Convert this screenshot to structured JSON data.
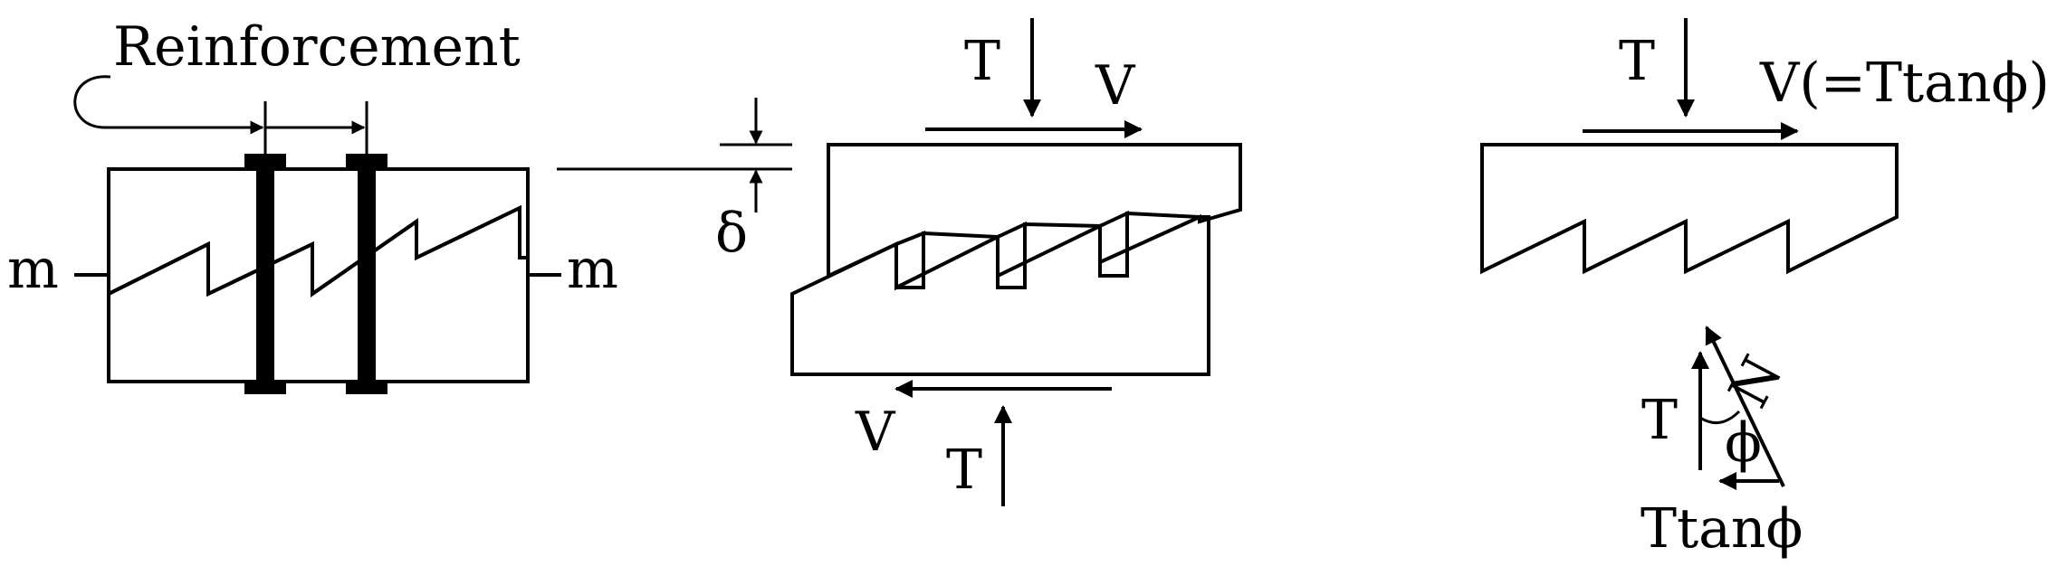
{
  "labels": {
    "reinforcement": "Reinforcement",
    "m_left": "m",
    "m_right": "m",
    "delta": "δ",
    "T_top_mid": "T",
    "V_top_mid": "V",
    "V_bottom_mid": "V",
    "T_bottom_mid": "T",
    "T_top_right": "T",
    "V_right": "V(=Ttanϕ)",
    "T_force": "T",
    "phi": "ϕ",
    "N_force": "N",
    "Ttan_phi": "Ttanϕ"
  },
  "colors": {
    "ink": "#000000",
    "background": "#ffffff"
  }
}
